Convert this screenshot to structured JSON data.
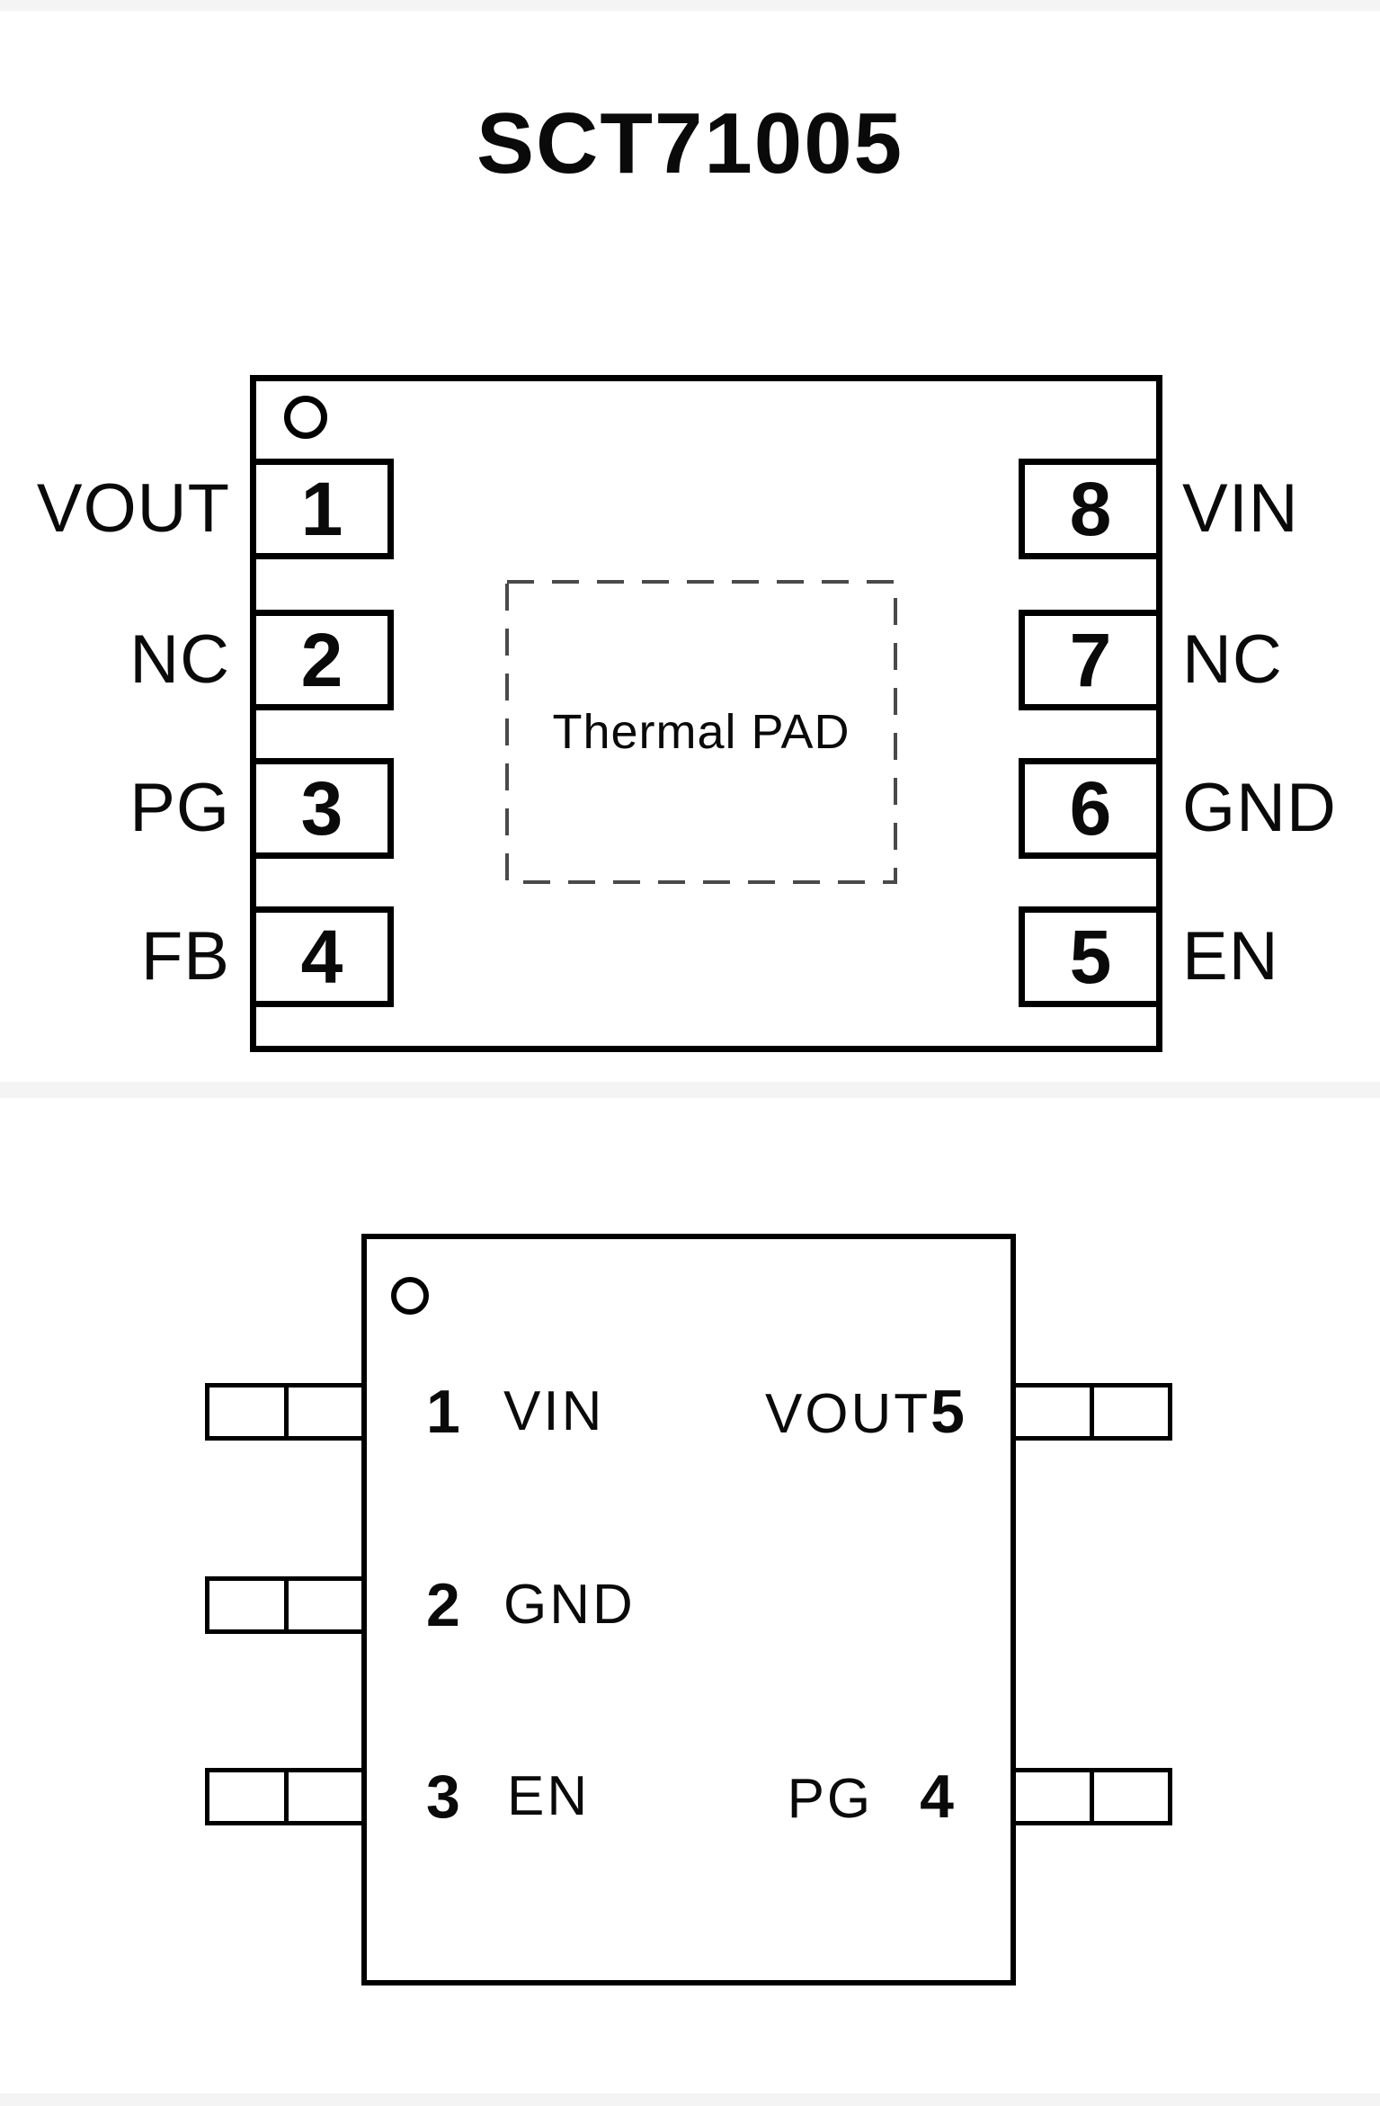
{
  "title": "SCT71005",
  "colors": {
    "line": "#000000",
    "background": "#ffffff",
    "thermal_dash": "#4a4a4a"
  },
  "top_package": {
    "thermal_pad_label": "Thermal PAD",
    "left_pins": [
      {
        "number": "1",
        "label": "VOUT"
      },
      {
        "number": "2",
        "label": "NC"
      },
      {
        "number": "3",
        "label": "PG"
      },
      {
        "number": "4",
        "label": "FB"
      }
    ],
    "right_pins": [
      {
        "number": "8",
        "label": "VIN"
      },
      {
        "number": "7",
        "label": "NC"
      },
      {
        "number": "6",
        "label": "GND"
      },
      {
        "number": "5",
        "label": "EN"
      }
    ]
  },
  "bottom_package": {
    "rows": [
      {
        "left_number": "1",
        "left_label": "VIN",
        "right_label": "VOUT",
        "right_number": "5"
      },
      {
        "left_number": "2",
        "left_label": "GND"
      },
      {
        "left_number": "3",
        "left_label": "EN",
        "right_label": "PG",
        "right_number": "4"
      }
    ]
  }
}
